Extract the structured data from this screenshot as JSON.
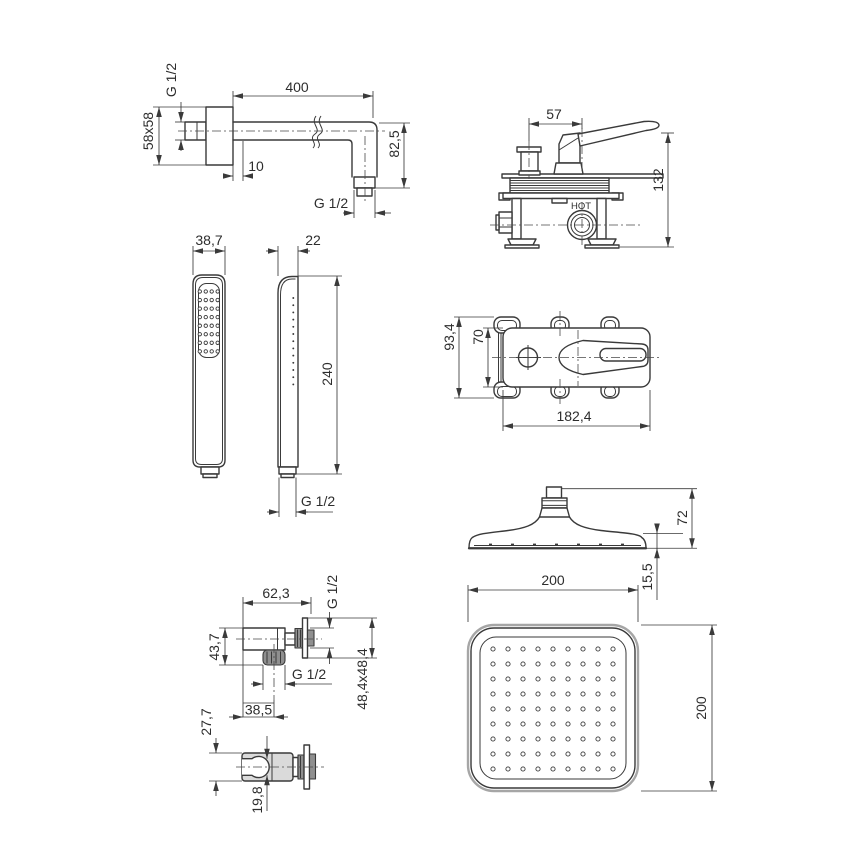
{
  "drawing_type": "technical dimensional drawing - shower set components",
  "units_note": "G 1/2 thread callouts, millimetre dimensions",
  "colors": {
    "line": "#3a3a3a",
    "fill_gray": "#8f8f8f",
    "fill_light_gray": "#dadada",
    "outer_contour_gray": "#a6a6a6",
    "background": "#ffffff"
  },
  "views": {
    "shower_arm": {
      "thread_top": "G 1/2",
      "length": "400",
      "flange": "58x58",
      "flange_offset": "10",
      "drop_height": "82,5",
      "thread_bottom": "G 1/2"
    },
    "mixer_front": {
      "handle_offset": "57",
      "height": "132",
      "hot_label": "HOT"
    },
    "hand_shower": {
      "width": "38,7",
      "depth": "22",
      "length": "240",
      "thread": "G 1/2",
      "nozzle_grid": {
        "cols": 4,
        "rows": 8
      },
      "profile_nozzle_rows": 13
    },
    "mixer_top": {
      "height_with_lugs": "93,4",
      "body_height": "70",
      "width": "182,4"
    },
    "head_side": {
      "height": "72",
      "rim_height": "15,5"
    },
    "head_top": {
      "width": "200",
      "depth": "200",
      "nozzle_grid": {
        "cols": 9,
        "rows": 9
      }
    },
    "wall_elbow": {
      "length": "62,3",
      "wall_thread": "G 1/2",
      "height": "43,7",
      "outlet_thread": "G 1/2",
      "outlet_offset": "38,5",
      "plate_size": "48,4x48,4"
    },
    "holder": {
      "height": "27,7",
      "clip_opening": "19,8"
    }
  }
}
